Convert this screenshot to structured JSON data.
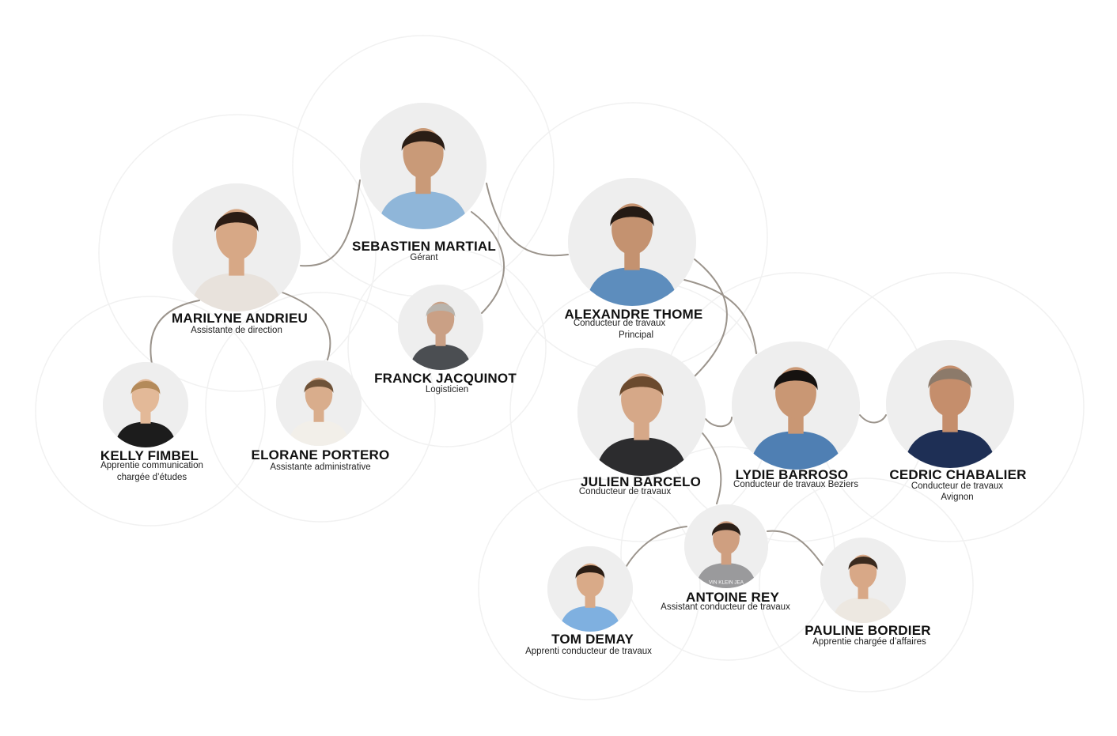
{
  "people": {
    "sebastien": {
      "name": "SEBASTIEN MARTIAL",
      "role": "Gérant",
      "shirt": "#8fb6d9",
      "hair": "#2a1d15",
      "skin": "#c99a78"
    },
    "marilyne": {
      "name": "MARILYNE ANDRIEU",
      "role": "Assistante de direction",
      "shirt": "#e8e2dc",
      "hair": "#2b1c14",
      "skin": "#d7a886"
    },
    "franck": {
      "name": "FRANCK JACQUINOT",
      "role": "Logisticien",
      "shirt": "#4b4e52",
      "hair": "#b9b4ad",
      "skin": "#caa085"
    },
    "alexandre": {
      "name": "ALEXANDRE THOME",
      "role_line1": "Conducteur de travaux",
      "role_line2": "Principal",
      "shirt": "#5d8dbd",
      "hair": "#241a14",
      "skin": "#c49270"
    },
    "kelly": {
      "name": "KELLY FIMBEL",
      "role_line1": "Apprentie communication",
      "role_line2": "chargée d’études",
      "shirt": "#1c1c1c",
      "hair": "#b48a5a",
      "skin": "#e3b998"
    },
    "elorane": {
      "name": "ELORANE  PORTERO",
      "role": "Assistante administrative",
      "shirt": "#f2efe9",
      "hair": "#6e5238",
      "skin": "#d9ad8c"
    },
    "julien": {
      "name": "JULIEN BARCELO",
      "role": "Conducteur de travaux",
      "shirt": "#2c2c2e",
      "hair": "#6b4a2e",
      "skin": "#d6a888"
    },
    "lydie": {
      "name": "LYDIE BARROSO",
      "role": "Conducteur de travaux Beziers",
      "shirt": "#4f7fb3",
      "hair": "#161210",
      "skin": "#c99774"
    },
    "cedric": {
      "name": "CEDRIC CHABALIER",
      "role_line1": "Conducteur de travaux",
      "role_line2": "Avignon",
      "shirt": "#1e2f55",
      "hair": "#8c7a6a",
      "skin": "#c58e6c"
    },
    "antoine": {
      "name": "ANTOINE REY",
      "role": "Assistant conducteur de travaux",
      "shirt": "#9a9a9c",
      "hair": "#2a1f18",
      "skin": "#cf9f80",
      "shirt_text": "VIN KLEIN JEA"
    },
    "tom": {
      "name": "TOM DEMAY",
      "role": "Apprenti conducteur de travaux",
      "shirt": "#7fb0e0",
      "hair": "#2b1d14",
      "skin": "#d9aa88"
    },
    "pauline": {
      "name": "PAULINE BORDIER",
      "role": "Apprentie chargée d’affaires",
      "shirt": "#ede8e1",
      "hair": "#3a2a1e",
      "skin": "#d8a887"
    }
  },
  "colors": {
    "connector": "#9b948c",
    "bubble": "#f4f4f4",
    "photo_bg": "#eeeeee"
  }
}
